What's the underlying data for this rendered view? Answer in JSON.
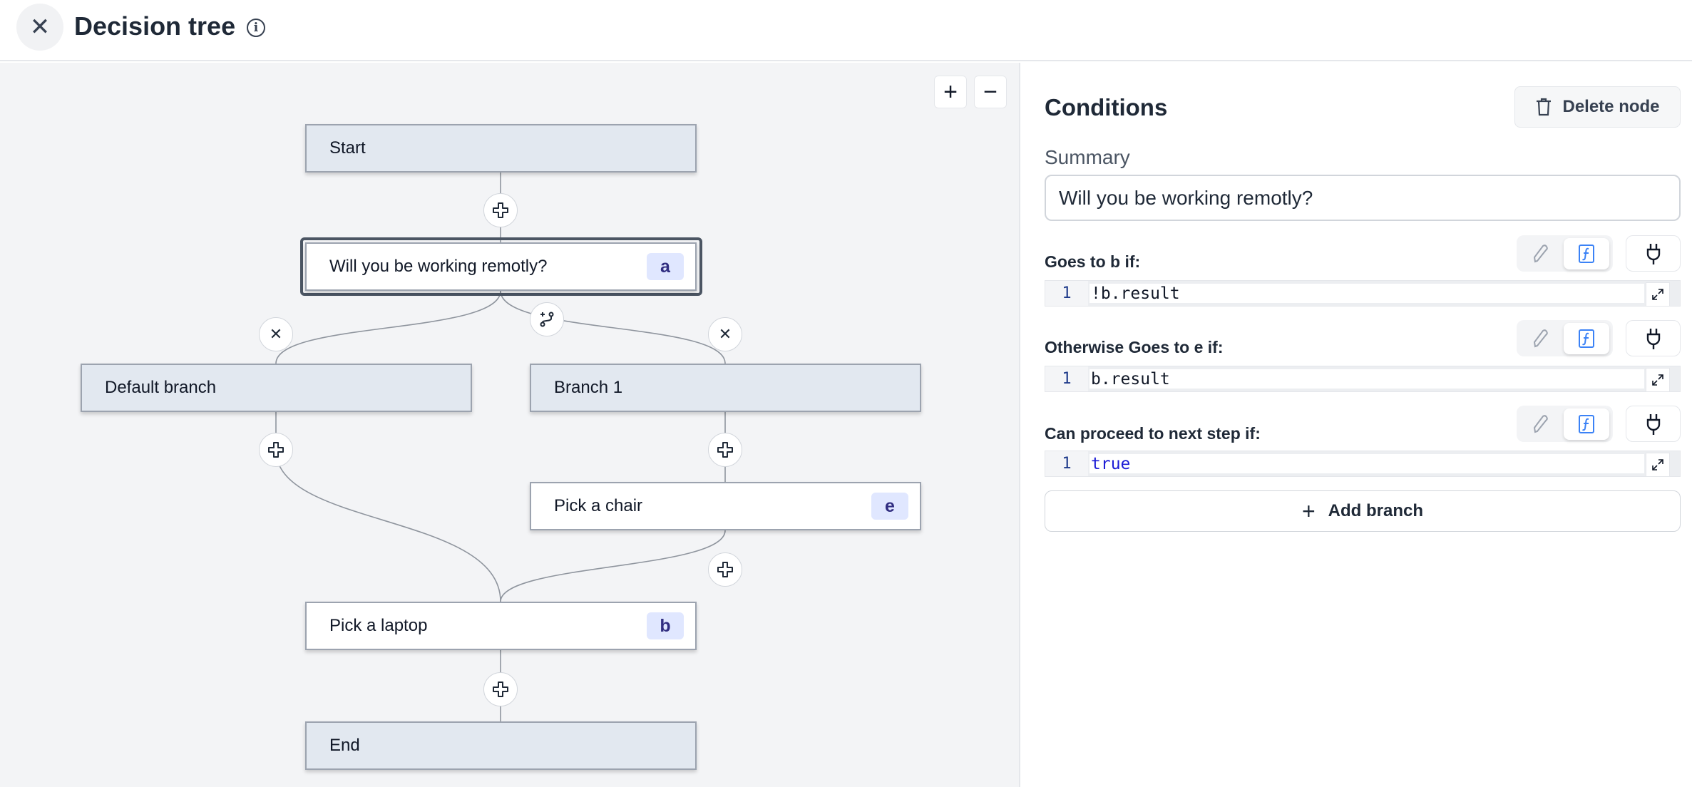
{
  "header": {
    "title": "Decision tree",
    "close_icon": "close-icon",
    "info_icon": "info-icon"
  },
  "canvas": {
    "zoom_in": "+",
    "zoom_out": "−",
    "nodes": {
      "start": {
        "label": "Start"
      },
      "question": {
        "label": "Will you be working remotly?",
        "badge": "a",
        "selected": true
      },
      "default_branch": {
        "label": "Default branch"
      },
      "branch1": {
        "label": "Branch 1"
      },
      "chair": {
        "label": "Pick a chair",
        "badge": "e"
      },
      "laptop": {
        "label": "Pick a laptop",
        "badge": "b"
      },
      "end": {
        "label": "End"
      }
    }
  },
  "panel": {
    "title": "Conditions",
    "delete_label": "Delete node",
    "summary_label": "Summary",
    "summary_value": "Will you be working remotly?",
    "conditions": [
      {
        "label": "Goes to b if:",
        "line": "1",
        "code": "!b.result"
      },
      {
        "label": "Otherwise Goes to e if:",
        "line": "1",
        "code": "b.result"
      },
      {
        "label": "Can proceed to next step if:",
        "line": "1",
        "code": "true"
      }
    ],
    "add_branch_label": "Add branch"
  },
  "colors": {
    "canvas_bg": "#f3f4f6",
    "node_gray": "#e2e8f0",
    "badge_bg": "#e0e7ff",
    "badge_text": "#312e81",
    "fn_blue": "#3b82f6",
    "keyword": "#1d1dd6"
  }
}
